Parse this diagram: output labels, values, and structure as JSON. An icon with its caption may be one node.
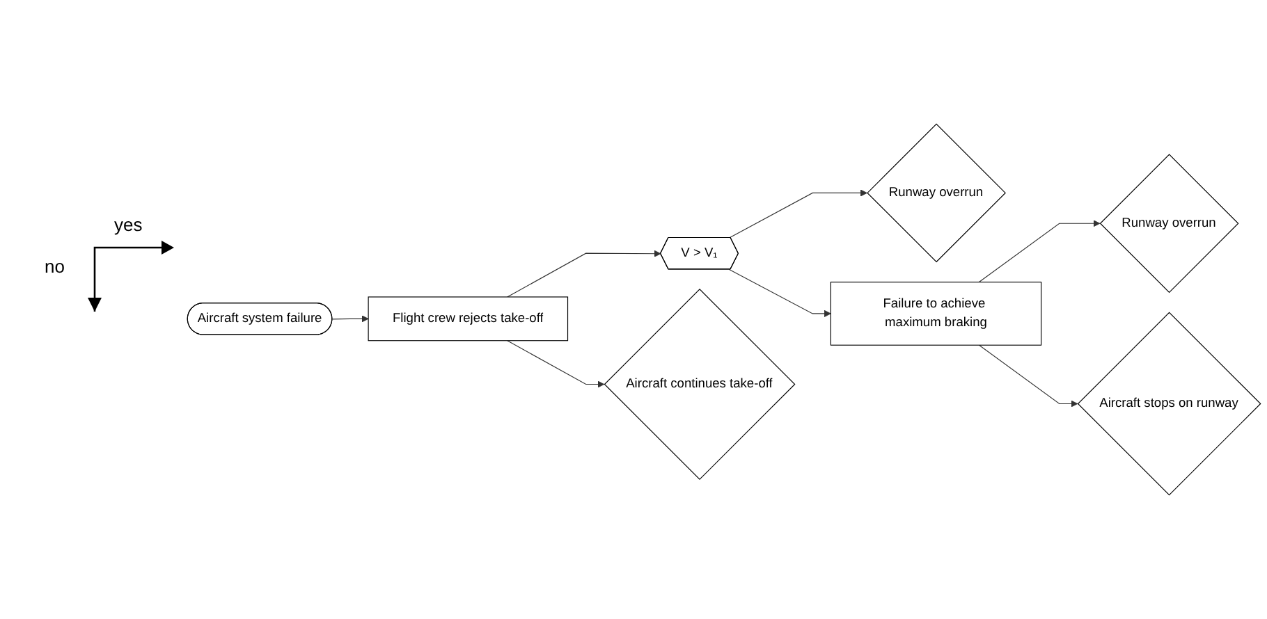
{
  "diagram": {
    "nodes": [
      {
        "text": [
          "Aircraft system failure"
        ]
      },
      {
        "text": [
          "Flight crew rejects take-off"
        ]
      },
      {
        "text": [
          "V > V₁"
        ]
      },
      {
        "text": [
          "Runway overrun"
        ]
      },
      {
        "text": [
          "Failure to achieve maximum braking"
        ]
      },
      {
        "text": [
          "Runway overrun"
        ]
      },
      {
        "text": [
          "Aircraft stops on runway"
        ]
      },
      {
        "text": [
          "Aircraft continues take-off"
        ]
      }
    ],
    "edges": [
      {
        "from": 0,
        "to": 1,
        "arrow": "to"
      },
      {
        "from": 1,
        "to": 2,
        "arrow": "to"
      },
      {
        "from": 2,
        "to": 3,
        "arrow": "to"
      },
      {
        "from": 2,
        "to": 4,
        "arrow": "to"
      },
      {
        "from": 4,
        "to": 5,
        "arrow": "to"
      },
      {
        "from": 4,
        "to": 6,
        "arrow": "to"
      },
      {
        "from": 1,
        "to": 7,
        "arrow": "to"
      }
    ],
    "labels": [
      "yes",
      "no"
    ]
  }
}
